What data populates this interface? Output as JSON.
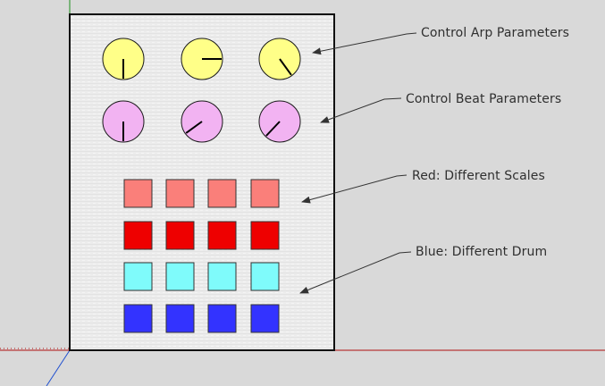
{
  "labels": {
    "arp": "Control Arp Parameters",
    "beat": "Control Beat Parameters",
    "scales": "Red: Different Scales",
    "drum": "Blue: Different Drum"
  },
  "colors": {
    "background": "#d9d9d9",
    "panel": "#ededed",
    "panel_border": "#111111",
    "knob_arp": "#ffff88",
    "knob_beat": "#f2b3f2",
    "pad_scales_light": "#fa7f7a",
    "pad_scales": "#ee0000",
    "pad_drum_light": "#7ffbfb",
    "pad_drum": "#3333ff",
    "axis_red": "#b01010",
    "axis_green": "#1a8f1a",
    "axis_blue": "#1f4fcf",
    "arrow": "#333333"
  },
  "knobs": {
    "arp": [
      {
        "name": "arp-knob-1",
        "level": 0.5
      },
      {
        "name": "arp-knob-2",
        "level": 0.25
      },
      {
        "name": "arp-knob-3",
        "level": 0.4
      }
    ],
    "beat": [
      {
        "name": "beat-knob-1",
        "level": 0.5
      },
      {
        "name": "beat-knob-2",
        "level": 0.65
      },
      {
        "name": "beat-knob-3",
        "level": 0.62
      }
    ]
  },
  "pad_rows": [
    {
      "name": "pad-row-scales-light",
      "color": "#fa7f7a",
      "count": 4
    },
    {
      "name": "pad-row-scales",
      "color": "#ee0000",
      "count": 4
    },
    {
      "name": "pad-row-drum-light",
      "color": "#7ffbfb",
      "count": 4
    },
    {
      "name": "pad-row-drum",
      "color": "#3333ff",
      "count": 4
    }
  ]
}
